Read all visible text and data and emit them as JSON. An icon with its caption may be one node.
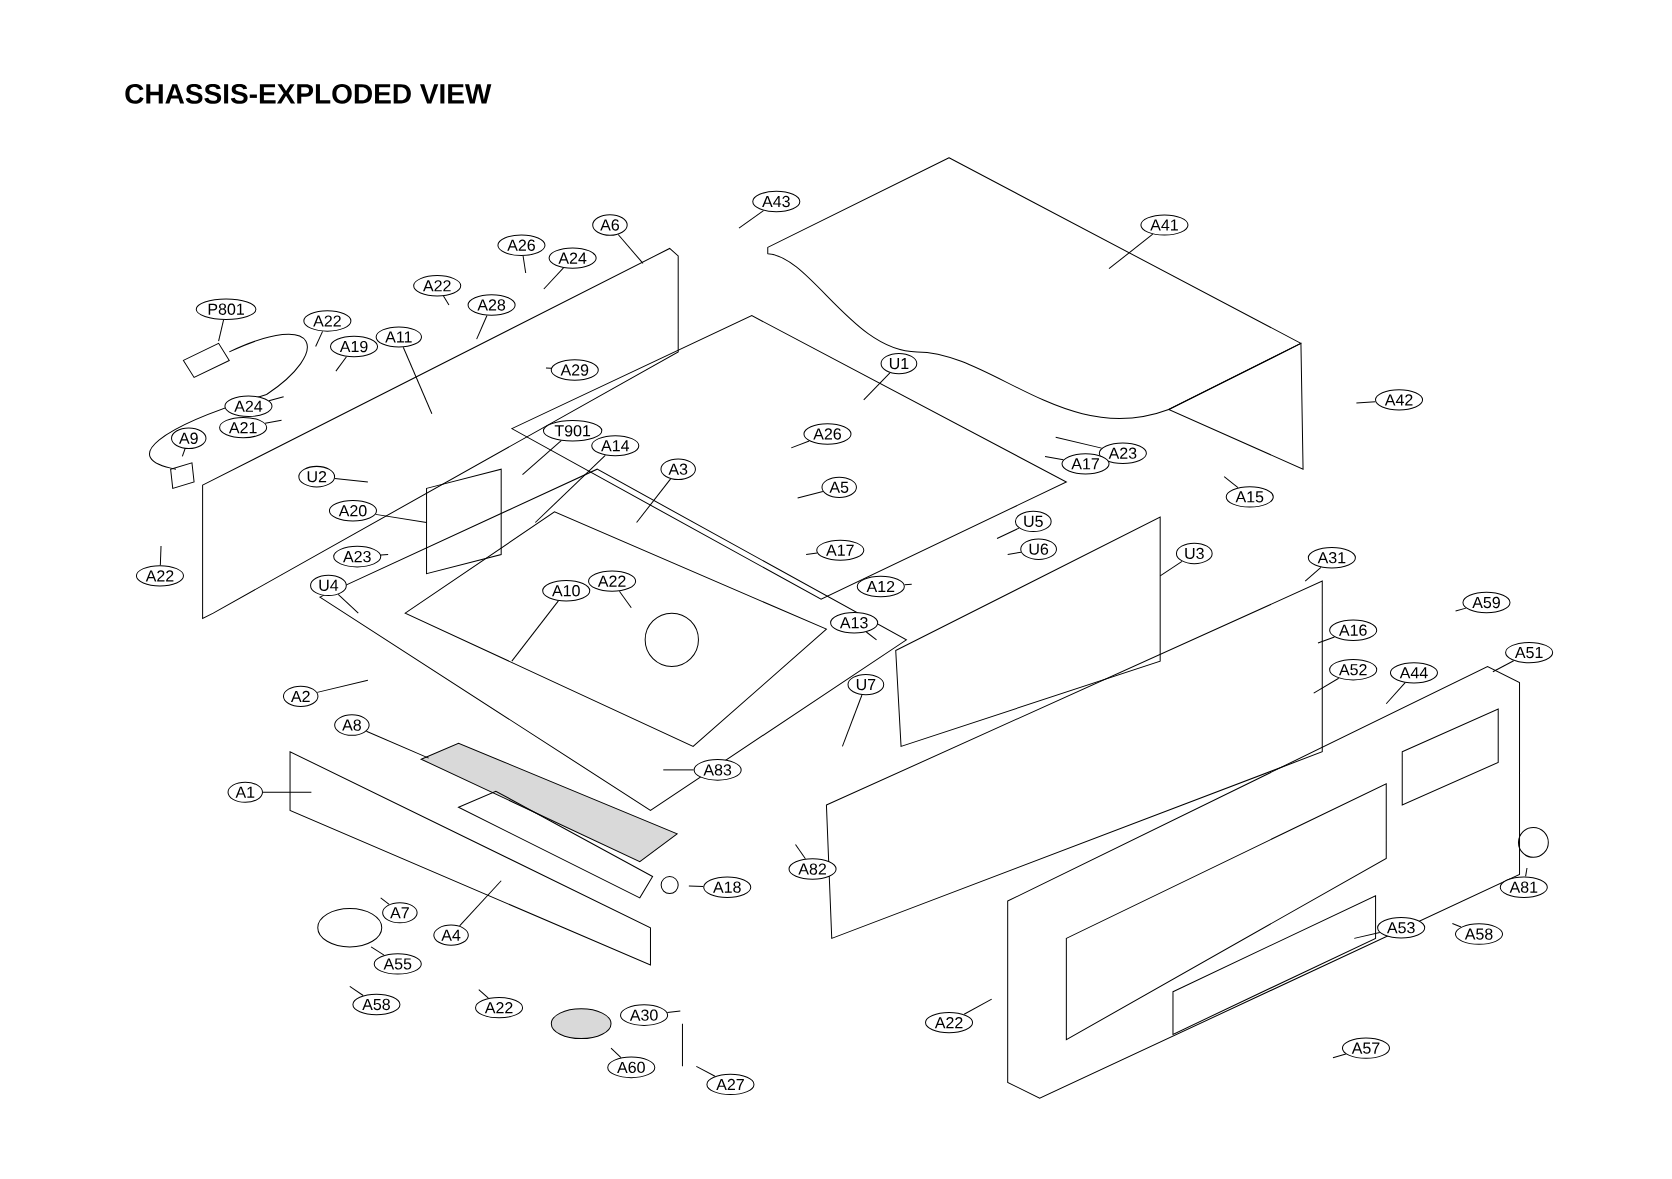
{
  "diagram": {
    "title": "CHASSIS-EXPLODED VIEW",
    "nodes": [
      {
        "text": [
          "A43"
        ]
      },
      {
        "text": [
          "A41"
        ]
      },
      {
        "text": [
          "A6"
        ]
      },
      {
        "text": [
          "A26"
        ]
      },
      {
        "text": [
          "A24"
        ]
      },
      {
        "text": [
          "A22"
        ]
      },
      {
        "text": [
          "A28"
        ]
      },
      {
        "text": [
          "P801"
        ]
      },
      {
        "text": [
          "A22"
        ]
      },
      {
        "text": [
          "A19"
        ]
      },
      {
        "text": [
          "A11"
        ]
      },
      {
        "text": [
          "A29"
        ]
      },
      {
        "text": [
          "U1"
        ]
      },
      {
        "text": [
          "A42"
        ]
      },
      {
        "text": [
          "A24"
        ]
      },
      {
        "text": [
          "A21"
        ]
      },
      {
        "text": [
          "A9"
        ]
      },
      {
        "text": [
          "T901"
        ]
      },
      {
        "text": [
          "A14"
        ]
      },
      {
        "text": [
          "A26"
        ]
      },
      {
        "text": [
          "A3"
        ]
      },
      {
        "text": [
          "U2"
        ]
      },
      {
        "text": [
          "A23"
        ]
      },
      {
        "text": [
          "A17"
        ]
      },
      {
        "text": [
          "A15"
        ]
      },
      {
        "text": [
          "A5"
        ]
      },
      {
        "text": [
          "A20"
        ]
      },
      {
        "text": [
          "U5"
        ]
      },
      {
        "text": [
          "U6"
        ]
      },
      {
        "text": [
          "A17"
        ]
      },
      {
        "text": [
          "A22"
        ]
      },
      {
        "text": [
          "A23"
        ]
      },
      {
        "text": [
          "U3"
        ]
      },
      {
        "text": [
          "A31"
        ]
      },
      {
        "text": [
          "A12"
        ]
      },
      {
        "text": [
          "U4"
        ]
      },
      {
        "text": [
          "A10"
        ]
      },
      {
        "text": [
          "A22"
        ]
      },
      {
        "text": [
          "A59"
        ]
      },
      {
        "text": [
          "A13"
        ]
      },
      {
        "text": [
          "A16"
        ]
      },
      {
        "text": [
          "A51"
        ]
      },
      {
        "text": [
          "A52"
        ]
      },
      {
        "text": [
          "A44"
        ]
      },
      {
        "text": [
          "U7"
        ]
      },
      {
        "text": [
          "A2"
        ]
      },
      {
        "text": [
          "A8"
        ]
      },
      {
        "text": [
          "A83"
        ]
      },
      {
        "text": [
          "A1"
        ]
      },
      {
        "text": [
          "A82"
        ]
      },
      {
        "text": [
          "A18"
        ]
      },
      {
        "text": [
          "A7"
        ]
      },
      {
        "text": [
          "A81"
        ]
      },
      {
        "text": [
          "A4"
        ]
      },
      {
        "text": [
          "A53"
        ]
      },
      {
        "text": [
          "A58"
        ]
      },
      {
        "text": [
          "A55"
        ]
      },
      {
        "text": [
          "A22"
        ]
      },
      {
        "text": [
          "A58"
        ]
      },
      {
        "text": [
          "A22"
        ]
      },
      {
        "text": [
          "A30"
        ]
      },
      {
        "text": [
          "A60"
        ]
      },
      {
        "text": [
          "A27"
        ]
      },
      {
        "text": [
          "A57"
        ]
      }
    ],
    "edges": [
      {
        "from": 0,
        "to": null,
        "arrow": "none"
      },
      {
        "from": 1,
        "to": null,
        "arrow": "none"
      },
      {
        "from": 2,
        "to": null,
        "arrow": "none"
      },
      {
        "from": 3,
        "to": null,
        "arrow": "none"
      },
      {
        "from": 4,
        "to": null,
        "arrow": "none"
      },
      {
        "from": 5,
        "to": null,
        "arrow": "none"
      },
      {
        "from": 6,
        "to": null,
        "arrow": "none"
      },
      {
        "from": 7,
        "to": null,
        "arrow": "none"
      },
      {
        "from": 8,
        "to": null,
        "arrow": "none"
      },
      {
        "from": 9,
        "to": null,
        "arrow": "none"
      },
      {
        "from": 10,
        "to": null,
        "arrow": "none"
      },
      {
        "from": 11,
        "to": null,
        "arrow": "none"
      },
      {
        "from": 12,
        "to": null,
        "arrow": "none"
      },
      {
        "from": 13,
        "to": null,
        "arrow": "none"
      },
      {
        "from": 14,
        "to": null,
        "arrow": "none"
      },
      {
        "from": 15,
        "to": null,
        "arrow": "none"
      },
      {
        "from": 16,
        "to": null,
        "arrow": "none"
      },
      {
        "from": 17,
        "to": null,
        "arrow": "none"
      },
      {
        "from": 18,
        "to": null,
        "arrow": "none"
      },
      {
        "from": 19,
        "to": null,
        "arrow": "none"
      },
      {
        "from": 20,
        "to": null,
        "arrow": "none"
      },
      {
        "from": 21,
        "to": null,
        "arrow": "none"
      },
      {
        "from": 22,
        "to": null,
        "arrow": "none"
      },
      {
        "from": 23,
        "to": null,
        "arrow": "none"
      },
      {
        "from": 24,
        "to": null,
        "arrow": "none"
      },
      {
        "from": 25,
        "to": null,
        "arrow": "none"
      },
      {
        "from": 26,
        "to": null,
        "arrow": "none"
      },
      {
        "from": 27,
        "to": null,
        "arrow": "none"
      },
      {
        "from": 28,
        "to": null,
        "arrow": "none"
      },
      {
        "from": 29,
        "to": null,
        "arrow": "none"
      },
      {
        "from": 30,
        "to": null,
        "arrow": "none"
      },
      {
        "from": 31,
        "to": null,
        "arrow": "none"
      },
      {
        "from": 32,
        "to": null,
        "arrow": "none"
      },
      {
        "from": 33,
        "to": null,
        "arrow": "none"
      },
      {
        "from": 34,
        "to": null,
        "arrow": "none"
      },
      {
        "from": 35,
        "to": null,
        "arrow": "none"
      },
      {
        "from": 36,
        "to": null,
        "arrow": "none"
      },
      {
        "from": 37,
        "to": null,
        "arrow": "none"
      },
      {
        "from": 38,
        "to": null,
        "arrow": "none"
      },
      {
        "from": 39,
        "to": null,
        "arrow": "none"
      },
      {
        "from": 40,
        "to": null,
        "arrow": "none"
      },
      {
        "from": 41,
        "to": null,
        "arrow": "none"
      },
      {
        "from": 42,
        "to": null,
        "arrow": "none"
      },
      {
        "from": 43,
        "to": null,
        "arrow": "none"
      },
      {
        "from": 44,
        "to": null,
        "arrow": "none"
      },
      {
        "from": 45,
        "to": null,
        "arrow": "none"
      },
      {
        "from": 46,
        "to": null,
        "arrow": "none"
      },
      {
        "from": 47,
        "to": null,
        "arrow": "none"
      },
      {
        "from": 48,
        "to": null,
        "arrow": "none"
      },
      {
        "from": 49,
        "to": null,
        "arrow": "none"
      },
      {
        "from": 50,
        "to": null,
        "arrow": "none"
      },
      {
        "from": 51,
        "to": null,
        "arrow": "none"
      },
      {
        "from": 52,
        "to": null,
        "arrow": "none"
      },
      {
        "from": 53,
        "to": null,
        "arrow": "none"
      },
      {
        "from": 54,
        "to": null,
        "arrow": "none"
      },
      {
        "from": 55,
        "to": null,
        "arrow": "none"
      },
      {
        "from": 56,
        "to": null,
        "arrow": "none"
      },
      {
        "from": 57,
        "to": null,
        "arrow": "none"
      },
      {
        "from": 58,
        "to": null,
        "arrow": "none"
      },
      {
        "from": 59,
        "to": null,
        "arrow": "none"
      },
      {
        "from": 60,
        "to": null,
        "arrow": "none"
      },
      {
        "from": 61,
        "to": null,
        "arrow": "none"
      },
      {
        "from": 62,
        "to": null,
        "arrow": "none"
      },
      {
        "from": 63,
        "to": null,
        "arrow": "none"
      }
    ]
  }
}
